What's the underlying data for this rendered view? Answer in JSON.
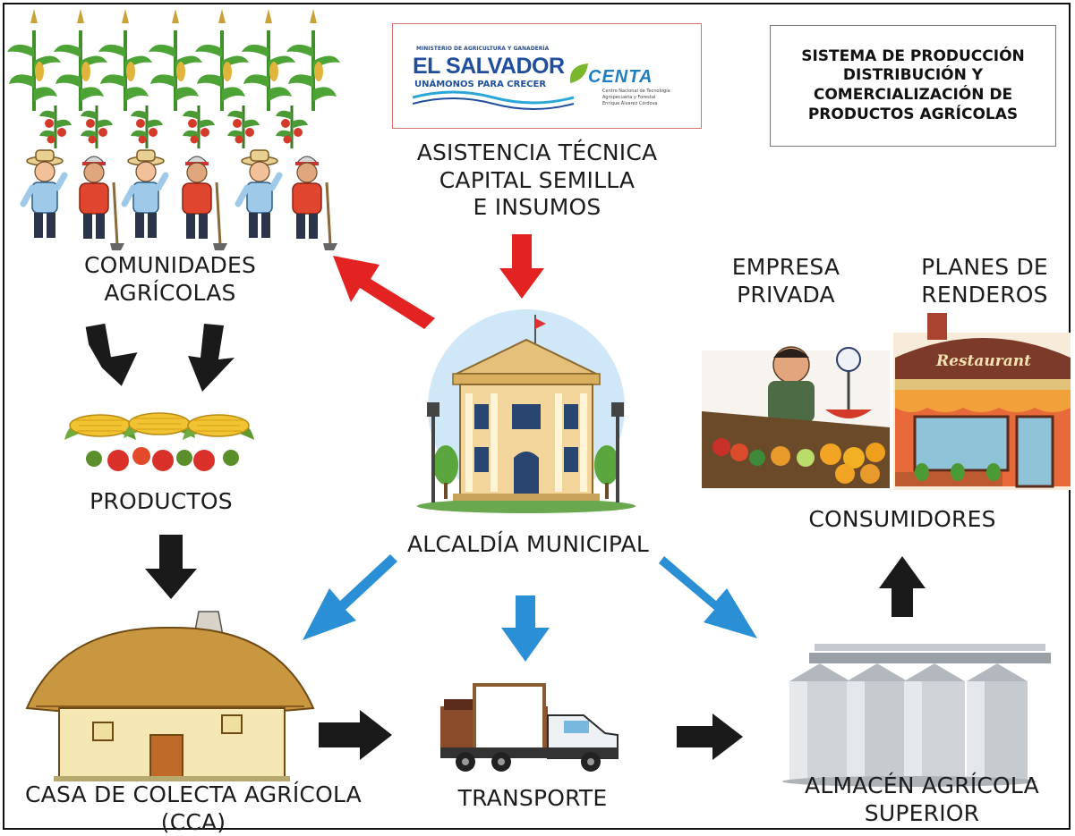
{
  "title": {
    "lines": [
      "SISTEMA DE PRODUCCIÓN",
      "DISTRIBUCIÓN Y",
      "COMERCIALIZACIÓN DE",
      "PRODUCTOS AGRÍCOLAS"
    ]
  },
  "logos": {
    "ministry_small": "MINISTERIO DE AGRICULTURA Y GANADERÍA",
    "el_salvador": "EL SALVADOR",
    "slogan": "UNÁMONOS PARA CRECER",
    "centa": "CENTA",
    "centa_sub_1": "Centro Nacional de Tecnología",
    "centa_sub_2": "Agropecuaria y Forestal",
    "centa_sub_3": "Enrique Álvarez Córdova"
  },
  "nodes": {
    "asistencia": [
      "ASISTENCIA TÉCNICA",
      "CAPITAL SEMILLA",
      "E INSUMOS"
    ],
    "comunidades": [
      "COMUNIDADES",
      "AGRÍCOLAS"
    ],
    "productos": [
      "PRODUCTOS"
    ],
    "alcaldia": [
      "ALCALDÍA MUNICIPAL"
    ],
    "empresa": [
      "EMPRESA",
      "PRIVADA"
    ],
    "planes": [
      "PLANES DE",
      "RENDEROS"
    ],
    "consumidores": [
      "CONSUMIDORES"
    ],
    "casa": [
      "CASA DE COLECTA AGRÍCOLA",
      "(CCA)"
    ],
    "transporte": [
      "TRANSPORTE"
    ],
    "almacen": [
      "ALMACÉN AGRÍCOLA",
      "SUPERIOR"
    ]
  },
  "restaurant_sign": "Restaurant",
  "colors": {
    "red_arrow": "#e32222",
    "blue_arrow": "#2b8fd6",
    "black_arrow": "#1a1a1a",
    "frame": "#111111"
  },
  "icons": {
    "crops": "corn-and-tomato-plants-icon",
    "farmers": "farmers-group-icon",
    "products": "corn-and-vegetables-icon",
    "city_hall": "city-hall-building-icon",
    "vendor": "market-vendor-icon",
    "restaurant": "restaurant-storefront-icon",
    "house": "thatched-house-icon",
    "truck": "delivery-truck-icon",
    "silos": "grain-silos-icon"
  }
}
